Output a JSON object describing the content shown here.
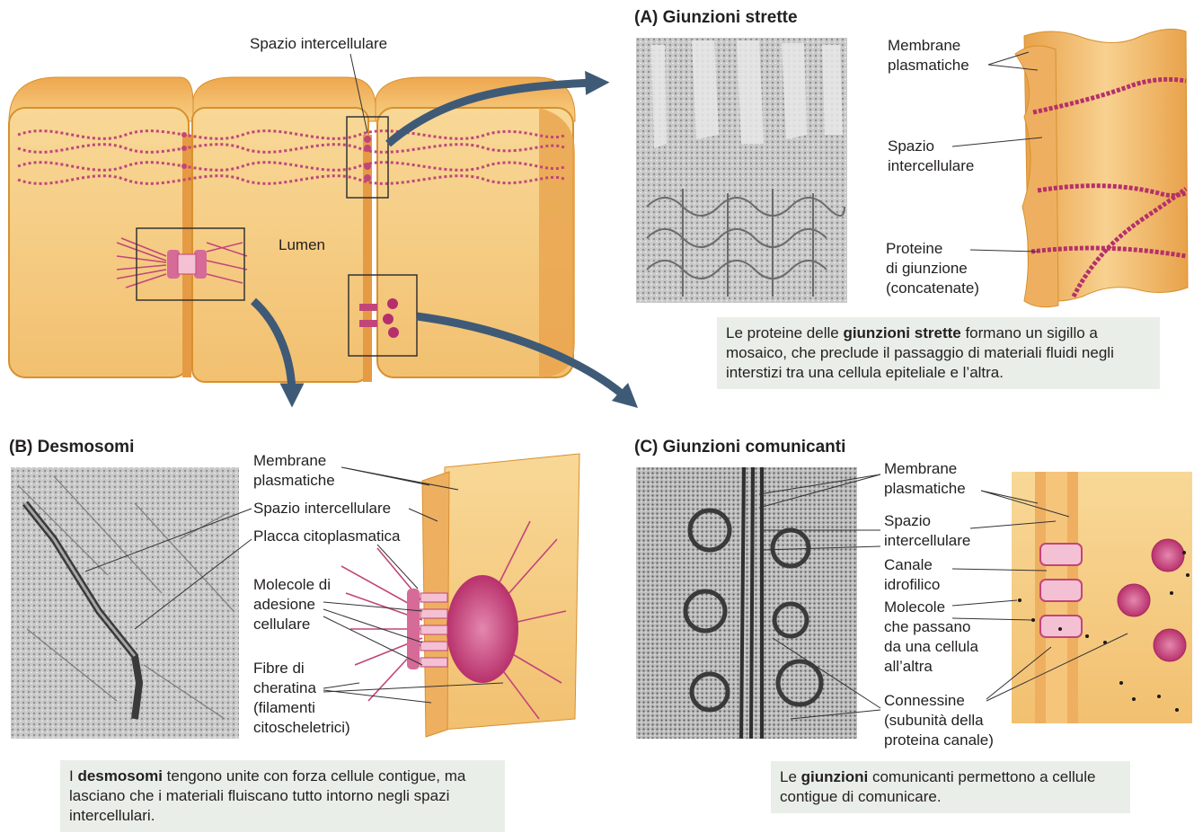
{
  "overview": {
    "spazio_label": "Spazio intercellulare",
    "lumen_label": "Lumen"
  },
  "panel_a": {
    "title": "(A)  Giunzioni strette",
    "membrane_label": "Membrane\nplasmatiche",
    "spazio_label": "Spazio\nintercellulare",
    "proteine_label": "Proteine\ndi giunzione\n(concatenate)",
    "caption_pre": "Le proteine delle ",
    "caption_bold": "giunzioni strette",
    "caption_post": " formano un sigillo a mosaico, che preclude il passaggio di materiali fluidi negli interstizi tra una cellula epiteliale e l’altra."
  },
  "panel_b": {
    "title": "(B)  Desmosomi",
    "membrane_label": "Membrane\nplasmatiche",
    "spazio_label": "Spazio intercellulare",
    "placca_label": "Placca citoplasmatica",
    "molecole_label": "Molecole di\nadesione\ncellulare",
    "fibre_label": "Fibre di\ncheratina\n(filamenti\ncitoscheletrici)",
    "caption_pre": "I ",
    "caption_bold": "desmosomi",
    "caption_post": " tengono unite con forza cellule contigue, ma lasciano che i materiali fluiscano tutto intorno negli spazi intercellulari."
  },
  "panel_c": {
    "title": "(C)  Giunzioni comunicanti",
    "membrane_label": "Membrane\nplasmatiche",
    "spazio_label": "Spazio\nintercellulare",
    "canale_label": "Canale\nidrofilico",
    "molecole_label": "Molecole\nche passano\nda una cellula\nall’altra",
    "connessine_label": "Connessine\n(subunità della\nproteina canale)",
    "caption_pre": "Le ",
    "caption_bold": "giunzioni",
    "caption_post": " comunicanti permettono a cellule contigue di comunicare."
  },
  "colors": {
    "cell_fill": "#f7cf86",
    "cell_edge": "#d8902e",
    "protein": "#c2457a",
    "arrow": "#3f5a76",
    "caption_bg": "#e9efe8"
  }
}
